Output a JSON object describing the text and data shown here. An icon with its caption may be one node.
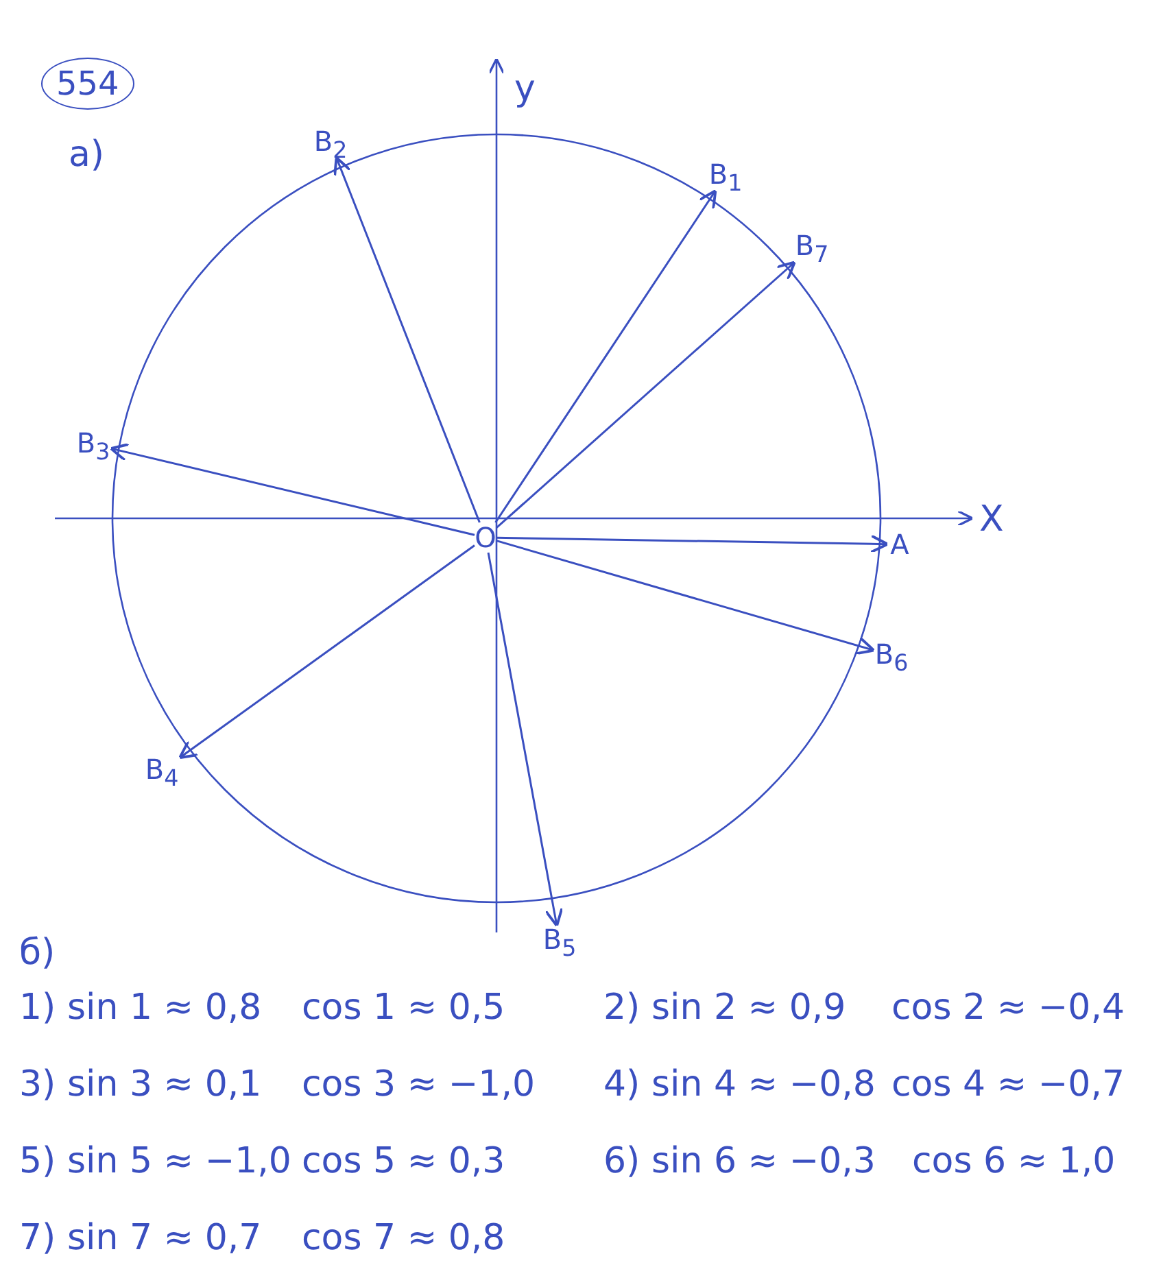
{
  "diagram": {
    "nodes": [
      {
        "text": [
          "O"
        ]
      },
      {
        "text": [
          "A"
        ]
      },
      {
        "text": [
          "B$_{1}$"
        ]
      },
      {
        "text": [
          "B$_{2}$"
        ]
      },
      {
        "text": [
          "B$_{3}$"
        ]
      },
      {
        "text": [
          "B$_{4}$"
        ]
      },
      {
        "text": [
          "B$_{5}$"
        ]
      },
      {
        "text": [
          "B$_{6}$"
        ]
      },
      {
        "text": [
          "B$_{7}$"
        ]
      }
    ],
    "edges": [
      {
        "from": 0,
        "to": 1,
        "arrow": "to"
      },
      {
        "from": 0,
        "to": 2,
        "arrow": "to"
      },
      {
        "from": 0,
        "to": 3,
        "arrow": "to"
      },
      {
        "from": 0,
        "to": 4,
        "arrow": "to"
      },
      {
        "from": 0,
        "to": 5,
        "arrow": "to"
      },
      {
        "from": 0,
        "to": 6,
        "arrow": "to"
      },
      {
        "from": 0,
        "to": 7,
        "arrow": "to"
      },
      {
        "from": 0,
        "to": 8,
        "arrow": "to"
      }
    ],
    "labels": [
      "554",
      "а)",
      "y",
      "X",
      "б)",
      "1) sin 1 ≈ 0,8",
      "cos 1 ≈ 0,5",
      "2) sin 2 ≈ 0,9",
      "cos 2 ≈ −0,4",
      "3) sin 3 ≈ 0,1",
      "cos 3 ≈ −1,0",
      "4) sin 4 ≈ −0,8",
      "cos 4 ≈ −0,7",
      "5) sin 5 ≈ −1,0",
      "cos 5 ≈ 0,3",
      "6) sin 6 ≈ −0,3",
      "cos 6 ≈ 1,0",
      "7) sin 7 ≈ 0,7",
      "cos 7 ≈ 0,8"
    ]
  }
}
